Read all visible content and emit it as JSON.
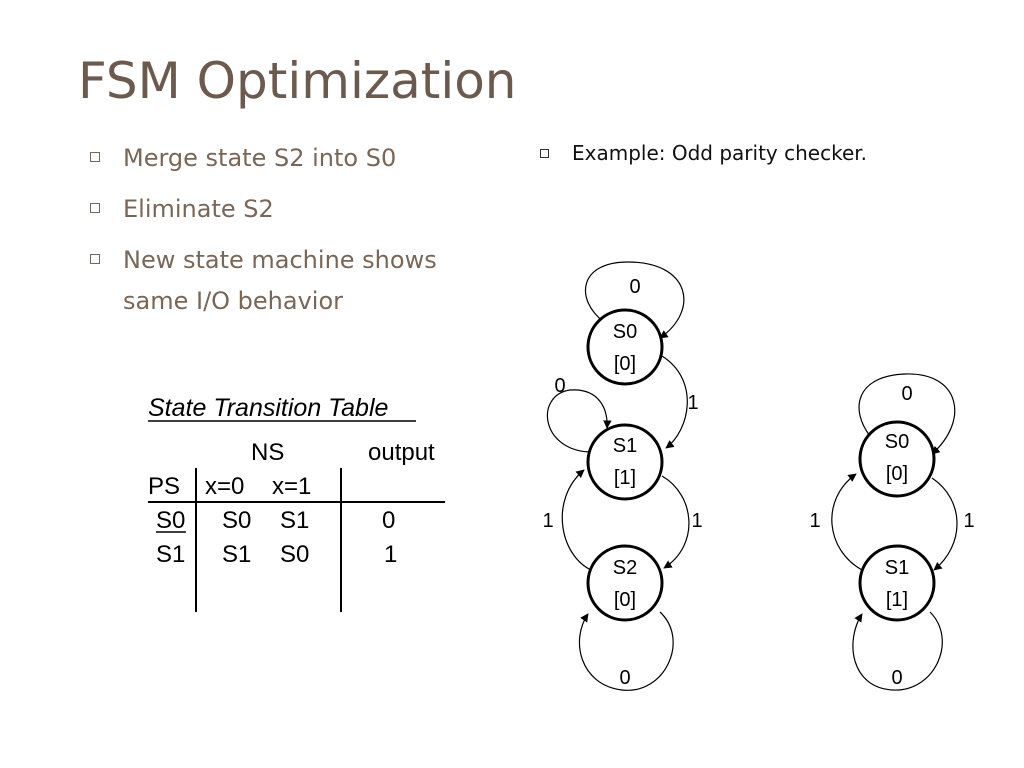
{
  "slide": {
    "title": "FSM Optimization",
    "bullets": [
      "Merge state S2 into S0",
      "Eliminate S2",
      "New state machine shows same I/O behavior"
    ],
    "right_bullet": "Example: Odd parity checker."
  },
  "table": {
    "title": "State Transition Table",
    "group_headers": {
      "ns": "NS",
      "output": "output"
    },
    "col_headers": {
      "ps": "PS",
      "x0": "x=0",
      "x1": "x=1"
    },
    "rows": [
      {
        "ps": "S0",
        "x0": "S0",
        "x1": "S1",
        "out": "0"
      },
      {
        "ps": "S1",
        "x0": "S1",
        "x1": "S0",
        "out": "1"
      }
    ]
  },
  "diagram_left": {
    "states": [
      {
        "name": "S0",
        "output": "[0]"
      },
      {
        "name": "S1",
        "output": "[1]"
      },
      {
        "name": "S2",
        "output": "[0]"
      }
    ],
    "labels": {
      "s0_self": "0",
      "s1_self": "0",
      "s0_to_s1": "1",
      "s1_to_s2": "1",
      "s2_to_s1": "1",
      "s2_self": "0"
    }
  },
  "diagram_right": {
    "states": [
      {
        "name": "S0",
        "output": "[0]"
      },
      {
        "name": "S1",
        "output": "[1]"
      }
    ],
    "labels": {
      "s0_self": "0",
      "s0_to_s1": "1",
      "s1_to_s0": "1",
      "s1_self": "0"
    }
  }
}
